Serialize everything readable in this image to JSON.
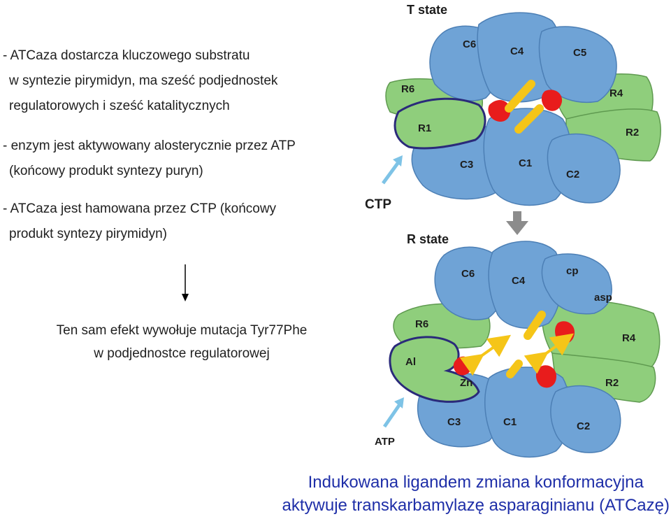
{
  "bullets": [
    {
      "lines": [
        "- ATCaza dostarcza kluczowego substratu",
        "w syntezie pirymidyn, ma sześć podjednostek",
        "regulatorowych i sześć katalitycznych"
      ]
    },
    {
      "lines": [
        "- enzym jest aktywowany alosterycznie przez ATP",
        "(końcowy produkt syntezy puryn)"
      ]
    },
    {
      "lines": [
        "- ATCaza jest hamowana przez CTP (końcowy",
        "produkt syntezy pirymidyn)"
      ]
    }
  ],
  "mutation_note": [
    "Ten sam efekt wywołuje mutacja Tyr77Phe",
    "w podjednostce regulatorowej"
  ],
  "figure": {
    "t_state_label": "T state",
    "r_state_label": "R state",
    "ctp_label": "CTP",
    "atp_label": "ATP",
    "t_subunits": [
      "C6",
      "C4",
      "C5",
      "R6",
      "R4",
      "R1",
      "R2",
      "C3",
      "C1",
      "C2"
    ],
    "r_subunits": [
      "C6",
      "C4",
      "cp",
      "asp",
      "R6",
      "R4",
      "Al",
      "Zn",
      "R2",
      "C3",
      "C1",
      "C2"
    ],
    "colors": {
      "catalytic": "#6fa3d6",
      "regulatory": "#8fce7c",
      "active_site": "#e81c1c",
      "ligand": "#f5c518",
      "arrow": "#7ec3e6",
      "transition_arrow": "#8c8c8c"
    }
  },
  "conclusion": [
    "Indukowana ligandem zmiana konformacyjna",
    "aktywuje transkarbamylazę asparaginianu (ATCazę)"
  ]
}
